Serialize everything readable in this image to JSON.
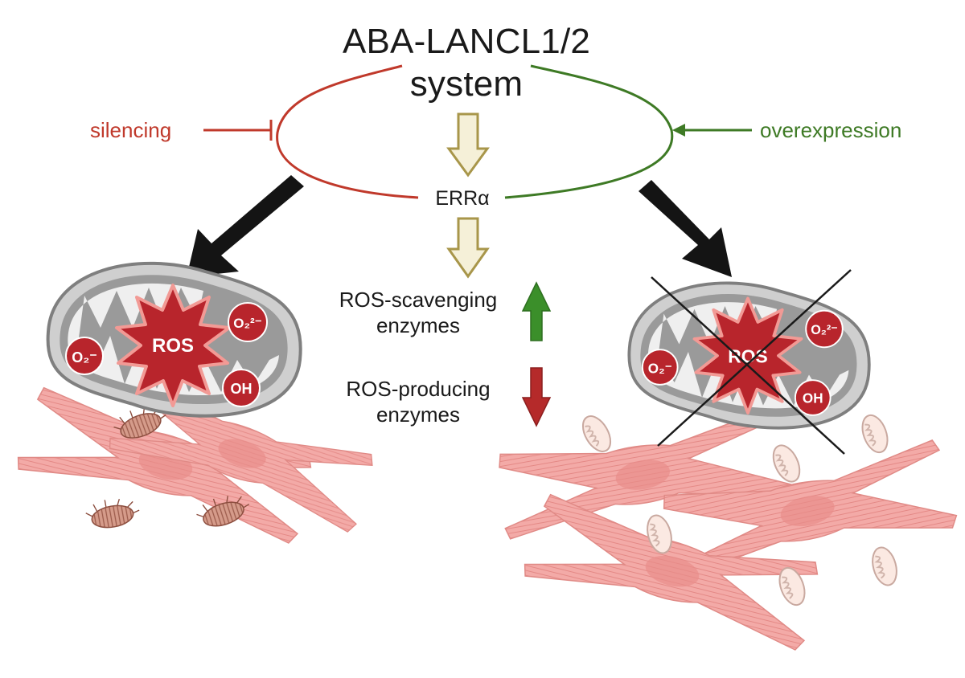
{
  "title": {
    "line1": "ABA-LANCL1/2",
    "line2": "system"
  },
  "interventions": {
    "silencing": {
      "label": "silencing",
      "color": "#c0392b"
    },
    "overexpression": {
      "label": "overexpression",
      "color": "#3e7a25"
    }
  },
  "target": {
    "label": "ERRα"
  },
  "effects": {
    "scavenging": {
      "line1": "ROS-scavenging",
      "line2": "enzymes",
      "direction": "up",
      "color": "#3b8f2a"
    },
    "producing": {
      "line1": "ROS-producing",
      "line2": "enzymes",
      "direction": "down",
      "color": "#b52a2a"
    }
  },
  "mitochondria": {
    "left": {
      "burst": "ROS",
      "superoxide_a": "O₂⁻",
      "superoxide_b": "O₂²⁻",
      "hydroxyl": "OH",
      "crossed_out": false
    },
    "right": {
      "burst": "ROS",
      "superoxide_a": "O₂⁻",
      "superoxide_b": "O₂²⁻",
      "hydroxyl": "OH",
      "crossed_out": true
    }
  },
  "colors": {
    "inhibit": "#c0392b",
    "activate": "#3e7a25",
    "flow_arrow_fill": "#f3eed3",
    "flow_arrow_stroke": "#a8964a",
    "ros_red": "#c0282b",
    "mito_outer": "#8c8c8c",
    "cell_pink": "#f2a7a4"
  }
}
